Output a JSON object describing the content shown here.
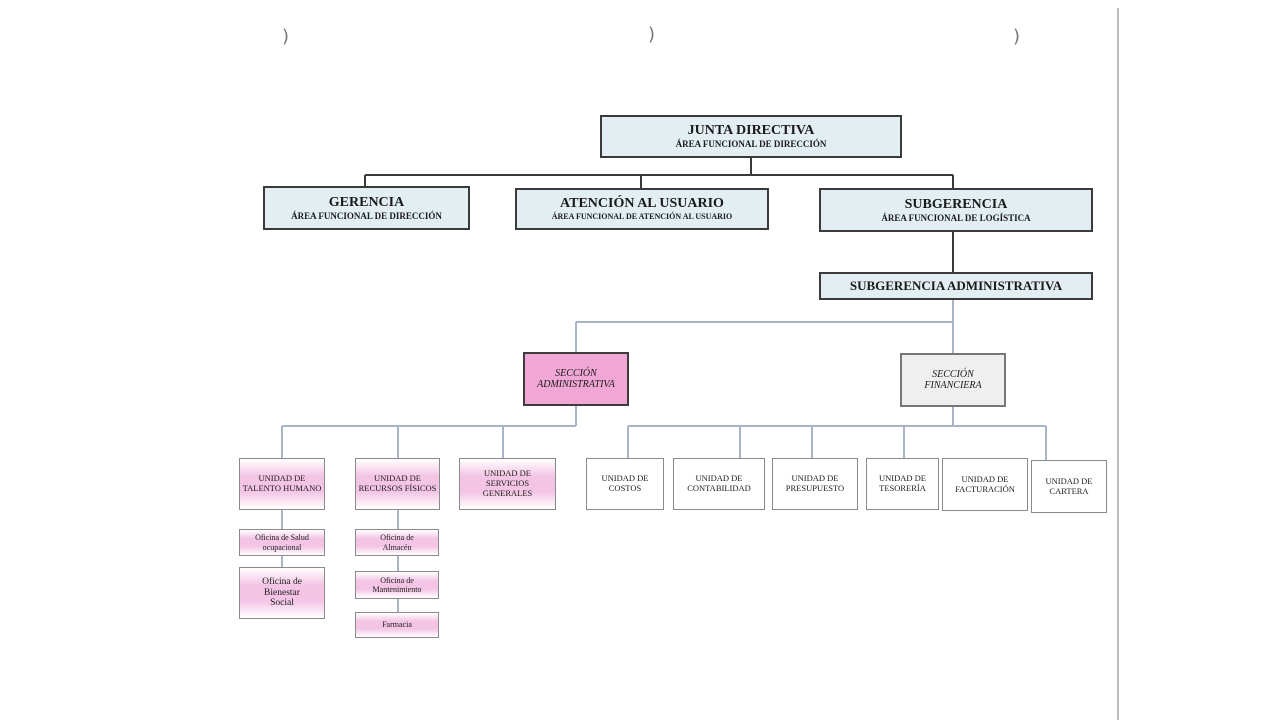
{
  "top": {
    "junta": {
      "title": "JUNTA DIRECTIVA",
      "subtitle": "ÁREA FUNCIONAL DE DIRECCIÓN"
    },
    "gerencia": {
      "title": "GERENCIA",
      "subtitle": "ÁREA FUNCIONAL DE DIRECCIÓN"
    },
    "atencion": {
      "title": "ATENCIÓN AL USUARIO",
      "subtitle": "ÁREA FUNCIONAL DE ATENCIÓN AL USUARIO"
    },
    "subgerencia": {
      "title": "SUBGERENCIA",
      "subtitle": "ÁREA FUNCIONAL DE LOGÍSTICA"
    },
    "subgerencia_admin": {
      "title": "SUBGERENCIA ADMINISTRATIVA"
    }
  },
  "sections": {
    "administrativa": "SECCIÓN ADMINISTRATIVA",
    "financiera": "SECCIÓN FINANCIERA"
  },
  "units": {
    "talento": "UNIDAD DE TALENTO HUMANO",
    "recursos": "UNIDAD DE RECURSOS FÍSICOS",
    "servicios": "UNIDAD DE SERVICIOS GENERALES",
    "costos": "UNIDAD DE COSTOS",
    "contabilidad": "UNIDAD DE CONTABILIDAD",
    "presupuesto": "UNIDAD DE PRESUPUESTO",
    "tesoreria": "UNIDAD DE TESORERÍA",
    "facturacion": "UNIDAD DE FACTURACIÓN",
    "cartera": "UNIDAD DE CARTERA"
  },
  "offices": {
    "salud": "Oficina de Salud ocupacional",
    "bienestar": "Oficina de Bienestar Social",
    "almacen": "Oficina de Almacén",
    "mantenimiento": "Oficina de Mantenimiento",
    "farmacia": "Farmacia"
  },
  "colors": {
    "header_fill": "#e3eef2",
    "admin_fill": "#f1a7d6",
    "office_fill": "#f4c4e4",
    "connector": "#a8b4c8"
  }
}
